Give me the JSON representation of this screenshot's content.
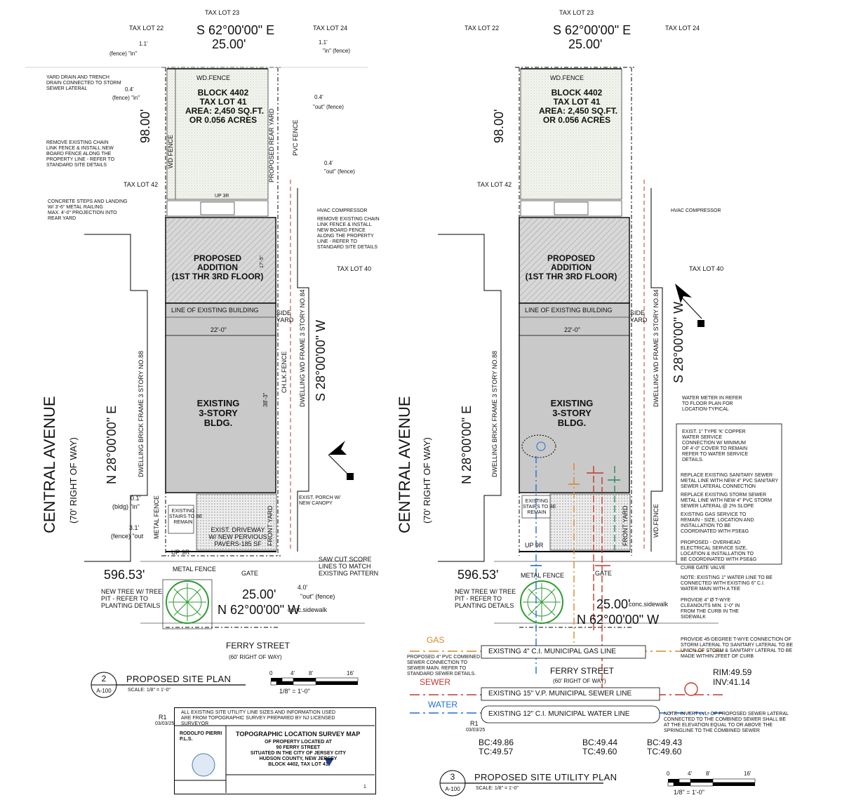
{
  "left": {
    "tax_lot_23": "TAX LOT 23",
    "tax_lot_22": "TAX LOT 22",
    "tax_lot_24": "TAX LOT 24",
    "tax_lot_42": "TAX LOT 42",
    "tax_lot_40": "TAX LOT 40",
    "bearing_top": "S 62°00'00\" E",
    "dist_top": "25.00'",
    "fence_in_11": "1.1'",
    "fence_in_11_label": "(fence) \"in\"",
    "in_fence_11": "1.1'",
    "in_fence_11_label": "\"in\" (fence)",
    "yard_drain": "YARD DRAIN AND TRENCH\nDRAIN CONNECTED TO STORM\nSEWER LATERAL",
    "fence_in_04": "0.4'",
    "fence_in_04_label": "(fence) \"in\"",
    "out_fence_04a": "0.4'",
    "out_fence_04a_label": "\"out\" (fence)",
    "out_fence_04b": "0.4'",
    "out_fence_04b_label": "\"out\" (fence)",
    "wd_fence_top": "WD.FENCE",
    "block_info": "BLOCK 4402\nTAX LOT 41\nAREA: 2,450 SQ.FT.\nOR 0.056 ACRES",
    "dim_98": "98.00'",
    "wd_fence_side": "WD FENCE",
    "pvc_fence": "PVC FENCE",
    "proposed_rear_yard": "PROPOSED REAR YARD",
    "remove_chain": "REMOVE EXISTING CHAIN\nLINK FENCE & INSTALL NEW\nBOARD FENCE ALONG THE\nPROPERTY LINE - REFER TO\nSTANDARD SITE DETAILS",
    "concrete_steps": "CONCRETE STEPS AND LANDING\nW/ 3'-6\" METAL RAILING\nMAX. 4'-0\" PROJECTION INTO\nREAR YARD",
    "hvac": "HVAC COMPRESSOR",
    "remove_chain_right": "REMOVE EXISTING CHAIN\nLINK FENCE & INSTALL\nNEW BOARD FENCE\nALONG THE PROPERTY\nLINE - REFER TO\nSTANDARD SITE DETAILS",
    "up3r": "UP 3R",
    "proposed_addition": "PROPOSED\nADDITION\n(1ST THR 3RD FLOOR)",
    "dim_175": "17'-5\"",
    "line_existing": "LINE OF EXISTING BUILDING",
    "side_yard": "SIDE\nYARD",
    "dim_22": "22'-0\"",
    "existing_bldg": "EXISTING\n3-STORY\nBLDG.",
    "dim_383": "38'-3\"",
    "dwelling_left": "DWELLING BRICK FRAME 3 STORY NO.88",
    "dwelling_right": "DWELLING WD FRAME 3 STORY NO.84",
    "chlk_fence": "CH.LK.FENCE",
    "bearing_right": "S 28°00'00\" W",
    "central_ave": "CENTRAL AVENUE",
    "central_row": "(70' RIGHT OF WAY)",
    "bearing_left": "N 28°00'00\" E",
    "bldg_in_01": "0.1'",
    "bldg_in_01_label": "(bldg) \"in\"",
    "fence_out_31": "3.1'",
    "fence_out_31_label": "(fence) \"out",
    "metal_fence_side": "METAL FENCE",
    "existing_stairs": "EXISTING\nSTAIRS TO BE\nREMAIN",
    "driveway": "EXIST. DRIVEWAY\nW/ NEW PERVIOUS\nPAVERS-185 SF",
    "front_yard": "FRONT YARD",
    "porch": "EXIST. PORCH W/\nNEW CANOPY",
    "up9r": "UP 9R",
    "saw_cut": "SAW CUT SCORE\nLINES TO MATCH\nEXISTING PATTERN",
    "dist_596": "596.53'",
    "metal_fence": "METAL FENCE",
    "gate": "GATE",
    "out_fence_40": "4.0'",
    "out_fence_40_label": "\"out\" (fence)",
    "new_tree": "NEW TREE W/ TREE\nPIT - REFER TO\nPLANTING DETAILS",
    "dist_bottom": "25.00'",
    "bearing_bottom": "N 62°00'00\" W",
    "conc_sidewalk": "conc.sidewalk",
    "ferry_street": "FERRY STREET",
    "ferry_row": "(60' RIGHT OF WAY)",
    "plan_number": "2",
    "plan_sheet": "A-100",
    "plan_title": "PROPOSED SITE PLAN",
    "plan_scale": "SCALE: 1/8\" = 1'-0\"",
    "scale_label": "1/8\" = 1'-0\"",
    "scale_0": "0",
    "scale_4": "4'",
    "scale_8": "8'",
    "scale_16": "16'",
    "r1": "R1",
    "r1_sub": "03/03/25",
    "note_utilities": "ALL EXISTING SITE UTILITY LINE SIZES AND INFORMATION USED\nARE FROM TOPOGRAPHIC SURVEY PREPARED BY NJ LICENSED\nSURVEYOR"
  },
  "titleblock": {
    "surveyor": "RODOLFO PIERRI\nP.L.S.",
    "title": "TOPOGRAPHIC LOCATION SURVEY MAP",
    "subtitle": "OF PROPERTY LOCATED AT\n90 FERRY STREET\nSITUATED IN THE CITY OF JERSEY CITY\nHUDSON COUNTY, NEW JERSEY\nBLOCK 4402, TAX LOT 41",
    "sheet": "1"
  },
  "right": {
    "tax_lot_23": "TAX LOT 23",
    "tax_lot_22": "TAX LOT 22",
    "tax_lot_24": "TAX LOT 24",
    "tax_lot_42": "TAX LOT 42",
    "tax_lot_40": "TAX LOT 40",
    "bearing_top": "S 62°00'00\" E",
    "dist_top": "25.00'",
    "hvac": "HVAC COMPRESSOR",
    "water_meter": "WATER METER IN REFER\nTO FLOOR PLAN FOR\nLOCATION-TYPICAL",
    "note_copper": "EXIST. 1\" TYPE 'K' COPPER\nWATER SERVICE\nCONNECTION W/ MINIMUM\nOF 4'-0\" COVER TO REMAIN\nREFER TO WATER SERVICE\nDETAILS.",
    "note_sanitary": "REPLACE EXISTING SANITARY SEWER\nMETAL LINE WITH NEW 4\" PVC SANITARY\nSEWER LATERAL CONNECTION",
    "note_storm": "REPLACE EXISTING STORM SEWER\nMETAL LINE WITH NEW 4\" PVC STORM\nSEWER LATERAL @ 2% SLOPE",
    "note_gas": "EXISTING GAS SERVICE TO\nREMAIN - SIZE, LOCATION AND\nINSTALLATION TO BE\nCOORDINATED WITH PSE&G",
    "note_electric": "PROPOSED - OVERHEAD\nELECTRICAL SERVICE SIZE,\nLOCATION & INSTALLATION TO\nBE COORDINATED WITH PSE&G",
    "curb_valve": "CURB GATE VALVE",
    "note_water_main": "NOTE: EXISTING 1\" WATER LINE TO BE\nCONNECTED WITH EXISTING 6\" C.I.\nWATER MAIN WITH A TEE",
    "note_cleanouts": "PROVIDE 4\" Ø T-WYE\nCLEANOUTS MIN. 1'-0\" IN\nFROM THE CURB IN THE\nSIDEWALK",
    "note_45": "PROVIDE 45-DEGREE T-WYE CONNECTION OF\nSTORM LATERAL TO SANITARY LATERAL TO BE\nUNION OF STORM & SANITARY LATERAL TO BE\nMADE WITHIN 2FEET OF CURB",
    "gas": "GAS",
    "gas_line": "EXISTING 4\" C.I. MUNICIPAL GAS LINE",
    "proposed_pvc": "PROPOSED 4\" PVC COMBINED\nSEWER CONNECTION TO\nSEWER MAIN. REFER TO\nSTANDARD SEWER DETAILS.",
    "ferry_street": "FERRY STREET",
    "ferry_row": "(60' RIGHT OF WAY)",
    "sewer": "SEWER",
    "sewer_line": "EXISTING 15\" V.P. MUNICIPAL SEWER LINE",
    "rim": "RIM:49.59",
    "inv": "INV:41.14",
    "water": "WATER",
    "water_line": "EXISTING 12\" C.I. MUNICIPAL WATER LINE",
    "note_invert": "NOTE: INVERT LVL. OF PROPOSED SEWER LATERAL\nCONNECTED TO THE COMBINED SEWER SHALL BE\nAT THE ELEVATION EQUAL TO OR ABOVE THE\nSPRINGLINE TO THE COMBINED SEWER",
    "bc1": "BC:49.86",
    "tc1": "TC:49.57",
    "bc2": "BC:49.44",
    "tc2": "TC:49.60",
    "bc3": "BC:49.43",
    "tc3": "TC:49.60",
    "plan_number": "3",
    "plan_sheet": "A-100",
    "plan_title": "PROPOSED SITE UTILITY PLAN",
    "plan_scale": "SCALE: 1/8\" = 1'-0\"",
    "scale_label": "1/8\" = 1'-0\"",
    "scale_0": "0",
    "scale_4": "4'",
    "scale_8": "8'",
    "scale_16": "16'",
    "r1": "R1",
    "r1_sub": "03/03/25",
    "stairs": "EXISTING\nSTAIRS TO BE\nREMAIN",
    "wd_fence_front": "WD.FENCE"
  }
}
